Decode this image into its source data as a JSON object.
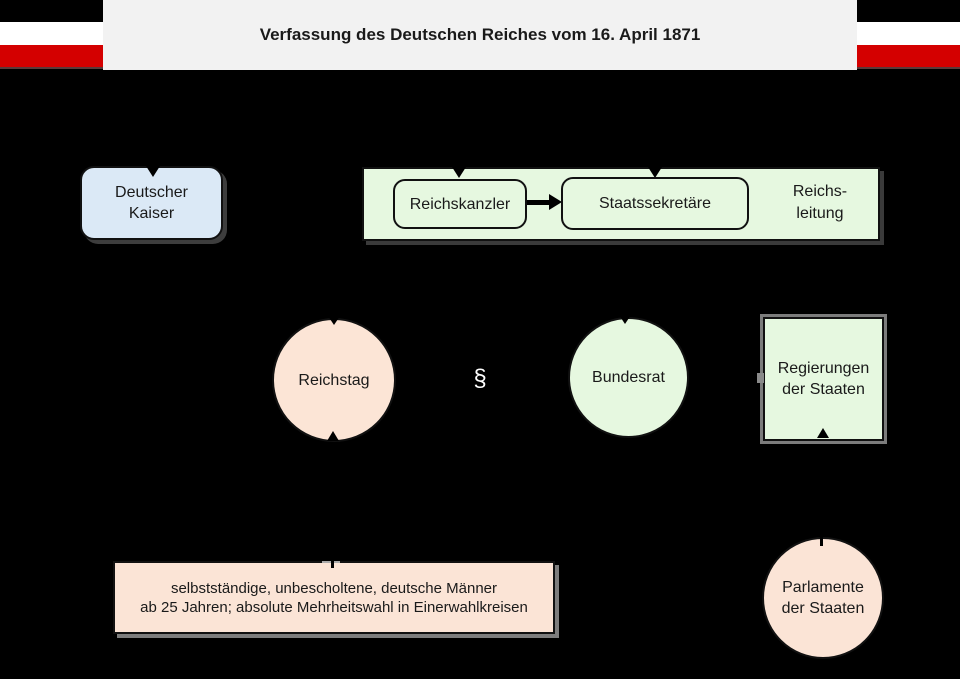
{
  "banner": {
    "title": "Verfassung des Deutschen Reiches vom 16. April 1871"
  },
  "nodes": {
    "kaiser": {
      "line1": "Deutscher",
      "line2": "Kaiser"
    },
    "reichskanzler": {
      "label": "Reichskanzler"
    },
    "staatssekretaere": {
      "label": "Staatssekretäre"
    },
    "reichsleitung": {
      "line1": "Reichs-",
      "line2": "leitung"
    },
    "reichstag": {
      "label": "Reichstag"
    },
    "paragraph": {
      "symbol": "§"
    },
    "bundesrat": {
      "label": "Bundesrat"
    },
    "regierungen": {
      "line1": "Regierungen",
      "line2": "der Staaten"
    },
    "wahlberechtigte": {
      "line1": "selbstständige, unbescholtene, deutsche Männer",
      "line2": "ab 25 Jahren; absolute Mehrheitswahl in Einerwahlkreisen"
    },
    "parlamente": {
      "line1": "Parlamente",
      "line2": "der Staaten"
    }
  },
  "connections": [
    {
      "from": "reichskanzler",
      "to": "staatssekretaere",
      "style": "thick-horizontal-arrow"
    },
    {
      "to": "kaiser",
      "style": "arrowhead-down-into-top"
    },
    {
      "to": "reichskanzler",
      "style": "arrowhead-down-into-top"
    },
    {
      "to": "staatssekretaere",
      "style": "arrowhead-down-into-top"
    },
    {
      "to": "reichstag",
      "style": "arrowhead-down-into-top"
    },
    {
      "to": "bundesrat",
      "style": "arrowhead-down-into-top"
    },
    {
      "from": "wahlberechtigte",
      "to": "reichstag",
      "style": "arrowhead-up-into-bottom"
    },
    {
      "from": "parlamente",
      "to": "regierungen",
      "style": "arrowhead-up-into-bottom"
    }
  ],
  "colors": {
    "background": "#000000",
    "flag_black": "#000000",
    "flag_white": "#ffffff",
    "flag_red": "#d40000",
    "banner_bg": "#f2f2f2",
    "kaiser_fill": "#dbe9f6",
    "green_fill": "#e6f8e0",
    "salmon_fill": "#fbe4d6",
    "border": "#111111",
    "text": "#1a1a1a",
    "paragraph_symbol": "#ffffff"
  }
}
